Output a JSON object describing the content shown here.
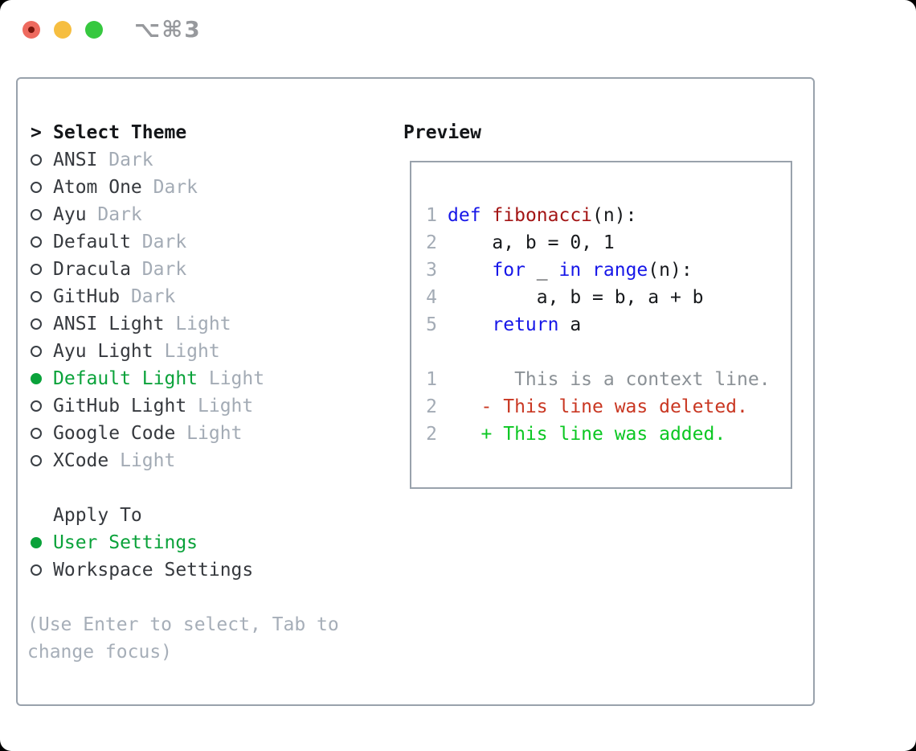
{
  "window": {
    "shortcut": "⌥⌘3",
    "traffic_lights": [
      {
        "icon": "close-light",
        "color": "#ee6a5f"
      },
      {
        "icon": "minimize-light",
        "color": "#f6be40"
      },
      {
        "icon": "zoom-light",
        "color": "#36c83f"
      }
    ]
  },
  "theme_selector": {
    "prompt": ">",
    "title": "Select Theme",
    "themes": [
      {
        "name": "ANSI",
        "variant": "Dark",
        "selected": false
      },
      {
        "name": "Atom One",
        "variant": "Dark",
        "selected": false
      },
      {
        "name": "Ayu",
        "variant": "Dark",
        "selected": false
      },
      {
        "name": "Default",
        "variant": "Dark",
        "selected": false
      },
      {
        "name": "Dracula",
        "variant": "Dark",
        "selected": false
      },
      {
        "name": "GitHub",
        "variant": "Dark",
        "selected": false
      },
      {
        "name": "ANSI Light",
        "variant": "Light",
        "selected": false
      },
      {
        "name": "Ayu Light",
        "variant": "Light",
        "selected": false
      },
      {
        "name": "Default Light",
        "variant": "Light",
        "selected": true
      },
      {
        "name": "GitHub Light",
        "variant": "Light",
        "selected": false
      },
      {
        "name": "Google Code",
        "variant": "Light",
        "selected": false
      },
      {
        "name": "XCode",
        "variant": "Light",
        "selected": false
      }
    ],
    "apply_to": {
      "title": "Apply To",
      "options": [
        {
          "label": "User Settings",
          "selected": true
        },
        {
          "label": "Workspace Settings",
          "selected": false
        }
      ]
    },
    "hint": "(Use Enter to select, Tab to change focus)"
  },
  "preview": {
    "title": "Preview",
    "code_lines": [
      {
        "num": "1",
        "segments": [
          [
            "def",
            "keyword"
          ],
          [
            " ",
            "code_text"
          ],
          [
            "fibonacci",
            "function_name"
          ],
          [
            "(n):",
            "code_text"
          ]
        ]
      },
      {
        "num": "2",
        "segments": [
          [
            "    a, b = 0, 1",
            "code_text"
          ]
        ]
      },
      {
        "num": "3",
        "segments": [
          [
            "    ",
            "code_text"
          ],
          [
            "for",
            "keyword"
          ],
          [
            " _ ",
            "code_text"
          ],
          [
            "in",
            "keyword"
          ],
          [
            " ",
            "code_text"
          ],
          [
            "range",
            "keyword"
          ],
          [
            "(n):",
            "code_text"
          ]
        ]
      },
      {
        "num": "4",
        "segments": [
          [
            "        a, b = b, a + b",
            "code_text"
          ]
        ]
      },
      {
        "num": "5",
        "segments": [
          [
            "    ",
            "code_text"
          ],
          [
            "return",
            "keyword"
          ],
          [
            " a",
            "code_text"
          ]
        ]
      }
    ],
    "diff_lines": [
      {
        "num": "1",
        "text": "      This is a context line.",
        "type": "context"
      },
      {
        "num": "2",
        "text": "   - This line was deleted.",
        "type": "deleted"
      },
      {
        "num": "2",
        "text": "   + This line was added.",
        "type": "added"
      }
    ]
  },
  "colors": {
    "keyword": "#1616e8",
    "function_name": "#a31515",
    "code_text": "#17191c",
    "line_number": "#a3abb5",
    "context": "#8b9196",
    "deleted": "#c93722",
    "added": "#0bc722",
    "selected_green": "#0aa23a",
    "muted_gray": "#a6aeb8",
    "name_gray": "#36393e",
    "heading_black": "#141619",
    "border_gray": "#99a2ac"
  }
}
